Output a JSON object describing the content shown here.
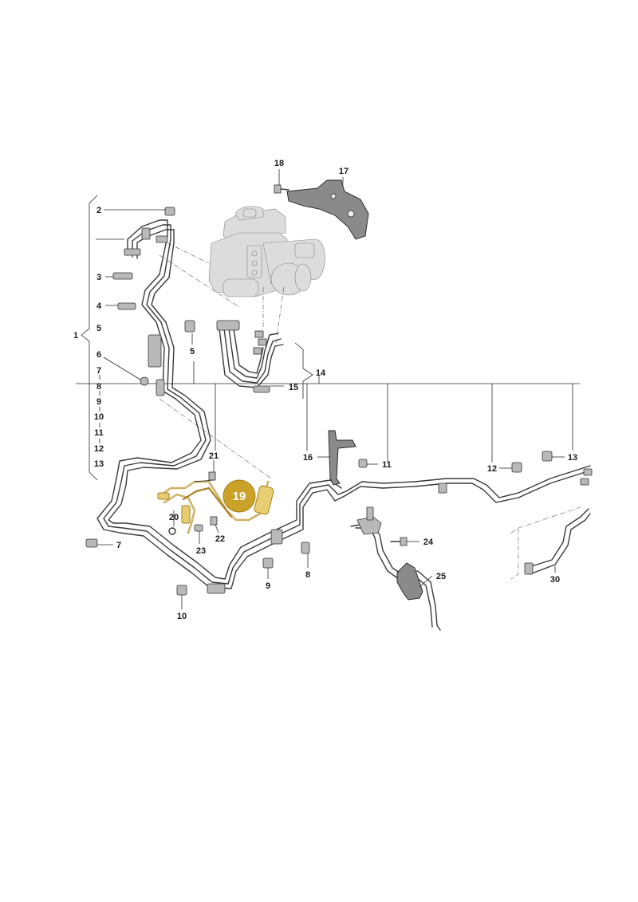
{
  "callouts": {
    "c1": "1",
    "c2": "2",
    "c3": "3",
    "c4": "4",
    "c5a": "5",
    "c5b": "5",
    "c6": "6",
    "c7a": "7",
    "c7b": "7",
    "c8a": "8",
    "c8b": "8",
    "c9a": "9",
    "c9b": "9",
    "c10a": "10",
    "c10b": "10",
    "c11a": "11",
    "c11b": "11",
    "c12a": "12",
    "c12b": "12",
    "c13a": "13",
    "c13b": "13",
    "c14": "14",
    "c15": "15",
    "c16": "16",
    "c17": "17",
    "c18": "18",
    "c19": "19",
    "c20": "20",
    "c21": "21",
    "c22": "22",
    "c23": "23",
    "c24": "24",
    "c25": "25",
    "c30": "30"
  },
  "highlight": {
    "part": "19",
    "color": "#c9a227"
  },
  "colors": {
    "line": "#3a3a3a",
    "highlight_stroke": "#a87f1c"
  }
}
